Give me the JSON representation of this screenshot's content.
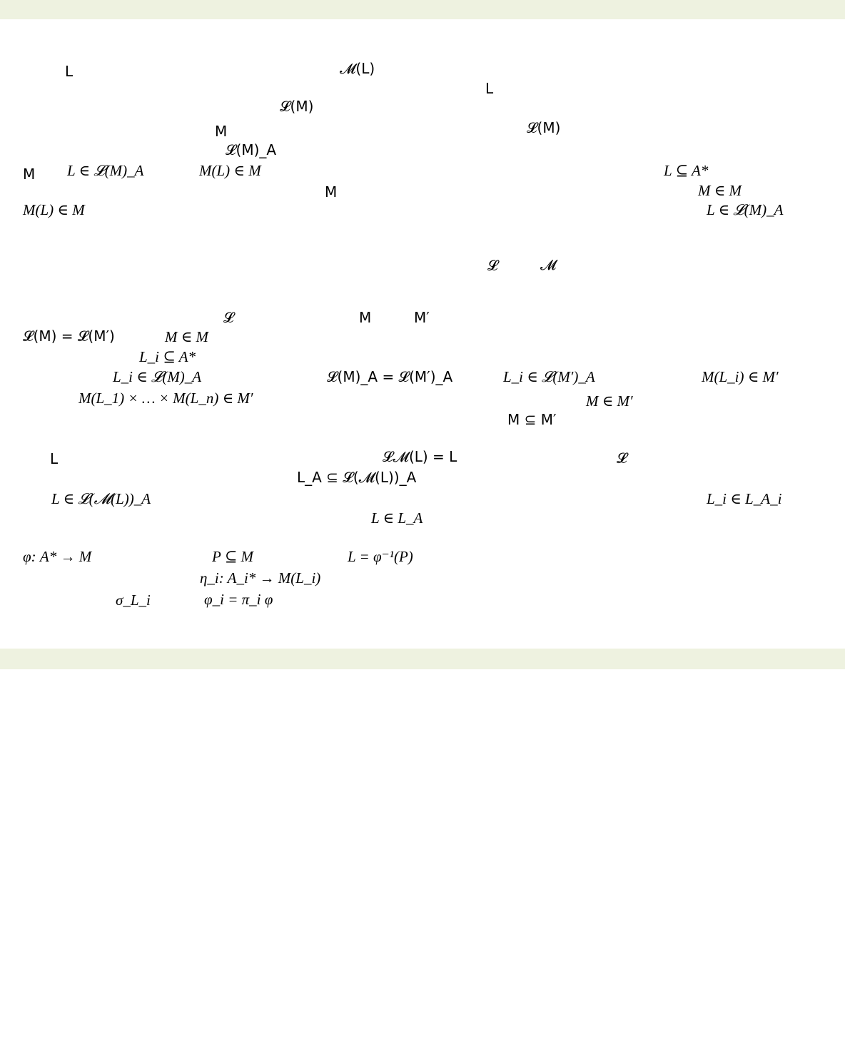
{
  "theme": {
    "band_color": "#eef2e0",
    "text_color": "#000000"
  },
  "fragments": [
    {
      "id": "f01",
      "text": "L",
      "style": "sans"
    },
    {
      "id": "f02",
      "text": "𝓜(L)",
      "style": "sans"
    },
    {
      "id": "f03",
      "text": "L",
      "style": "sans"
    },
    {
      "id": "f04",
      "text": "𝓛(M)",
      "style": "sans"
    },
    {
      "id": "f05",
      "text": "M",
      "style": "sans"
    },
    {
      "id": "f06",
      "text": "𝓛(M)",
      "style": "sans"
    },
    {
      "id": "f07",
      "text": "𝓛(M)_A",
      "style": "sans"
    },
    {
      "id": "f08",
      "text": "M",
      "style": "sans"
    },
    {
      "id": "f09",
      "text": "L ∈ 𝓛(M)_A",
      "style": "serif"
    },
    {
      "id": "f10",
      "text": "M(L) ∈ M",
      "style": "serif"
    },
    {
      "id": "f11",
      "text": "L ⊆ A*",
      "style": "serif"
    },
    {
      "id": "f12",
      "text": "M",
      "style": "sans"
    },
    {
      "id": "f13",
      "text": "M ∈ M",
      "style": "serif"
    },
    {
      "id": "f14",
      "text": "M(L) ∈ M",
      "style": "serif"
    },
    {
      "id": "f15",
      "text": "L ∈ 𝓛(M)_A",
      "style": "serif"
    },
    {
      "id": "f16",
      "text": "𝓛",
      "style": "sans"
    },
    {
      "id": "f17",
      "text": "𝓜",
      "style": "sans"
    },
    {
      "id": "f18",
      "text": "𝓛",
      "style": "sans"
    },
    {
      "id": "f19",
      "text": "M",
      "style": "sans"
    },
    {
      "id": "f20",
      "text": "M′",
      "style": "sans"
    },
    {
      "id": "f21",
      "text": "𝓛(M) = 𝓛(M′)",
      "style": "sans"
    },
    {
      "id": "f22",
      "text": "M ∈ M",
      "style": "serif"
    },
    {
      "id": "f23",
      "text": "L_i ⊆ A*",
      "style": "serif"
    },
    {
      "id": "f24",
      "text": "L_i ∈ 𝓛(M)_A",
      "style": "serif"
    },
    {
      "id": "f25",
      "text": "𝓛(M)_A = 𝓛(M′)_A",
      "style": "sans"
    },
    {
      "id": "f26",
      "text": "L_i ∈ 𝓛(M′)_A",
      "style": "serif"
    },
    {
      "id": "f27",
      "text": "M(L_i) ∈ M′",
      "style": "serif"
    },
    {
      "id": "f28",
      "text": "M(L_1) × … × M(L_n) ∈ M′",
      "style": "serif"
    },
    {
      "id": "f29",
      "text": "M ∈ M′",
      "style": "serif"
    },
    {
      "id": "f30",
      "text": "M ⊆ M′",
      "style": "sans"
    },
    {
      "id": "f31",
      "text": "L",
      "style": "sans"
    },
    {
      "id": "f32",
      "text": "𝓛𝓜(L) = L",
      "style": "sans"
    },
    {
      "id": "f33",
      "text": "𝓛",
      "style": "sans"
    },
    {
      "id": "f34",
      "text": "L_A ⊆ 𝓛(𝓜(L))_A",
      "style": "sans"
    },
    {
      "id": "f35",
      "text": "L ∈ 𝓛(𝓜(L))_A",
      "style": "serif"
    },
    {
      "id": "f36",
      "text": "L_i ∈ L_A_i",
      "style": "serif"
    },
    {
      "id": "f37",
      "text": "L ∈ L_A",
      "style": "serif"
    },
    {
      "id": "f38",
      "text": "φ: A* → M",
      "style": "serif"
    },
    {
      "id": "f39",
      "text": "P ⊆ M",
      "style": "serif"
    },
    {
      "id": "f40",
      "text": "L = φ⁻¹(P)",
      "style": "serif"
    },
    {
      "id": "f41",
      "text": "η_i: A_i* → M(L_i)",
      "style": "serif"
    },
    {
      "id": "f42",
      "text": "σ_L_i",
      "style": "serif"
    },
    {
      "id": "f43",
      "text": "φ_i = π_i φ",
      "style": "serif"
    }
  ]
}
